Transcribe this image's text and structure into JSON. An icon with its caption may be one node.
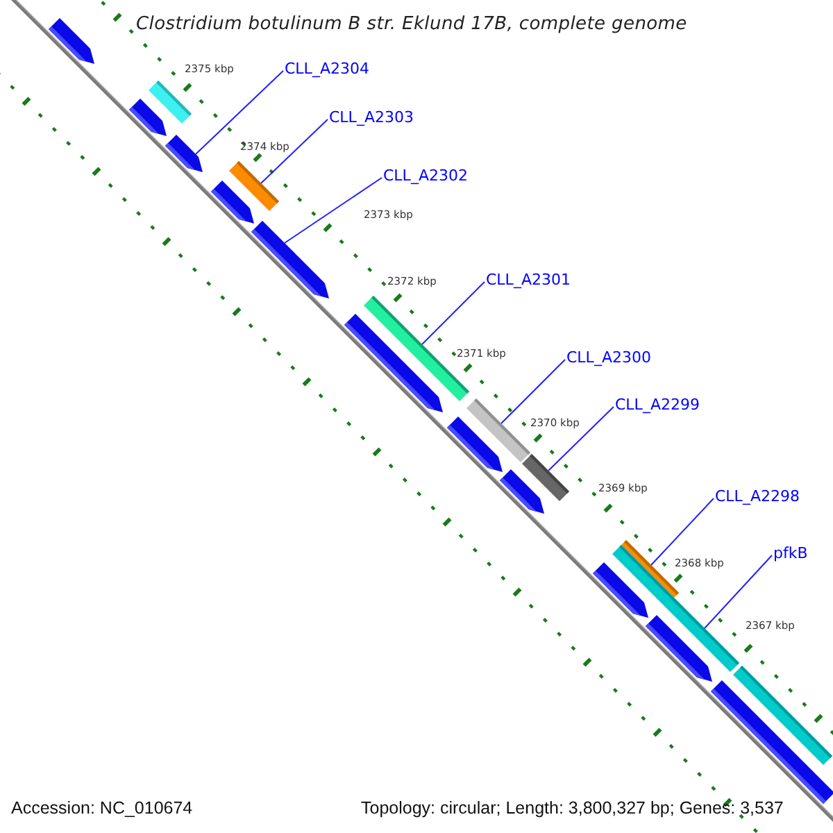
{
  "diagram": {
    "title": "Clostridium botulinum B str. Eklund 17B, complete genome",
    "nodes": [
      {
        "text": [
          "CLL_A2304"
        ]
      },
      {
        "text": [
          "CLL_A2303"
        ]
      },
      {
        "text": [
          "CLL_A2302"
        ]
      },
      {
        "text": [
          "CLL_A2301"
        ]
      },
      {
        "text": [
          "CLL_A2300"
        ]
      },
      {
        "text": [
          "CLL_A2299"
        ]
      },
      {
        "text": [
          "CLL_A2298"
        ]
      },
      {
        "text": [
          "pfkB"
        ]
      },
      {
        "text": [],
        "shape": "pentagon"
      },
      {
        "text": [],
        "shape": "bar"
      },
      {
        "text": [],
        "shape": "pentagon"
      },
      {
        "text": [],
        "shape": "pentagon"
      },
      {
        "text": [],
        "shape": "bar"
      },
      {
        "text": [],
        "shape": "pentagon"
      },
      {
        "text": [],
        "shape": "pentagon"
      },
      {
        "text": [],
        "shape": "bar"
      },
      {
        "text": [],
        "shape": "pentagon"
      },
      {
        "text": [],
        "shape": "bar"
      },
      {
        "text": [],
        "shape": "pentagon"
      },
      {
        "text": [],
        "shape": "bar"
      },
      {
        "text": [],
        "shape": "pentagon"
      },
      {
        "text": [],
        "shape": "bar"
      },
      {
        "text": [],
        "shape": "bar"
      },
      {
        "text": [],
        "shape": "pentagon"
      },
      {
        "text": [],
        "shape": "pentagon"
      },
      {
        "text": [],
        "shape": "bar"
      },
      {
        "text": [],
        "shape": "bar"
      }
    ],
    "edges": [
      {
        "from": 0,
        "to": 11,
        "arrow": "none"
      },
      {
        "from": 1,
        "to": 12,
        "arrow": "none"
      },
      {
        "from": 2,
        "to": 14,
        "arrow": "none"
      },
      {
        "from": 3,
        "to": 15,
        "arrow": "none"
      },
      {
        "from": 4,
        "to": 17,
        "arrow": "none"
      },
      {
        "from": 5,
        "to": 19,
        "arrow": "none"
      },
      {
        "from": 6,
        "to": 21,
        "arrow": "none"
      },
      {
        "from": 7,
        "to": 22,
        "arrow": "none"
      }
    ],
    "labels": [
      "2375 kbp",
      "2374 kbp",
      "2373 kbp",
      "2372 kbp",
      "2371 kbp",
      "2370 kbp",
      "2369 kbp",
      "2368 kbp",
      "2367 kbp",
      "Accession: NC_010674",
      "Topology: circular; Length: 3,800,327 bp; Genes: 3,537"
    ]
  }
}
